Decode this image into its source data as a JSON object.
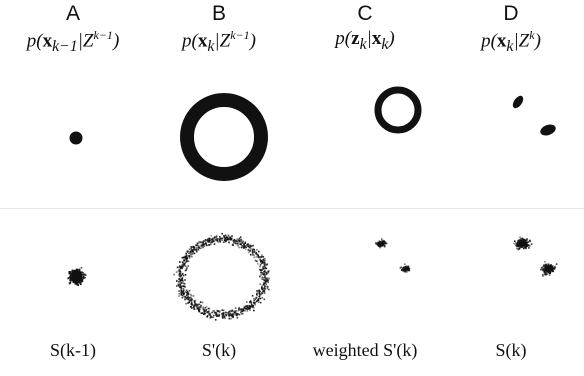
{
  "columns": [
    {
      "letter": "A",
      "formula": {
        "p": "p(",
        "var": "x",
        "sub": "k−1",
        "bar": "|",
        "given": "Z",
        "sup": "k−1",
        "close": ")"
      },
      "caption": "S(k-1)"
    },
    {
      "letter": "B",
      "formula": {
        "p": "p(",
        "var": "x",
        "sub": "k",
        "bar": "|",
        "given": "Z",
        "sup": "k−1",
        "close": ")"
      },
      "caption": "S'(k)"
    },
    {
      "letter": "C",
      "formula": {
        "p": "p(",
        "var": "z",
        "sub": "k",
        "bar": "|",
        "given": "x",
        "sup": "",
        "close": ")"
      },
      "caption": "weighted S'(k)"
    },
    {
      "letter": "D",
      "formula": {
        "p": "p(",
        "var": "x",
        "sub": "k",
        "bar": "|",
        "given": "Z",
        "sup": "k",
        "close": ")"
      },
      "caption": "S(k)"
    }
  ]
}
